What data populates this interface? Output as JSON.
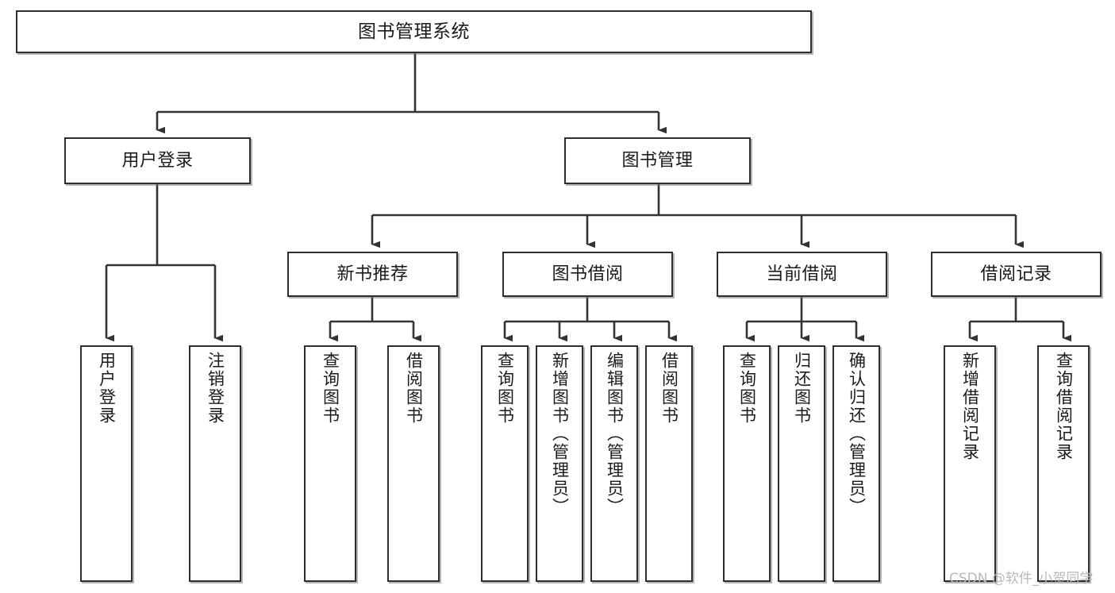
{
  "diagram": {
    "title": "图书管理系统",
    "type": "tree-hierarchy",
    "watermark": "CSDN @软件_小贺同学",
    "colors": {
      "box_border": "#2e2e2e",
      "box_fill": "#ffffff",
      "edge": "#333333",
      "text": "#1a1a1a",
      "watermark": "#b9b9b9"
    },
    "nodes": {
      "root": {
        "label": "图书管理系统"
      },
      "level2": [
        {
          "id": "user-login",
          "label": "用户登录"
        },
        {
          "id": "book-manage",
          "label": "图书管理"
        }
      ],
      "level3": [
        {
          "id": "new-book-recommend",
          "label": "新书推荐"
        },
        {
          "id": "book-borrow",
          "label": "图书借阅"
        },
        {
          "id": "current-borrow",
          "label": "当前借阅"
        },
        {
          "id": "borrow-record",
          "label": "借阅记录"
        }
      ],
      "leaves": {
        "user_login": [
          {
            "id": "leaf-user-login",
            "label": "用户登录"
          },
          {
            "id": "leaf-logout-login",
            "label": "注销登录"
          }
        ],
        "new_book_recommend": [
          {
            "id": "leaf-query-book-1",
            "label": "查询图书"
          },
          {
            "id": "leaf-borrow-book-1",
            "label": "借阅图书"
          }
        ],
        "book_borrow": [
          {
            "id": "leaf-query-book-2",
            "label": "查询图书"
          },
          {
            "id": "leaf-add-book",
            "label": "新增图书（管理员）"
          },
          {
            "id": "leaf-edit-book",
            "label": "编辑图书（管理员）"
          },
          {
            "id": "leaf-borrow-book-2",
            "label": "借阅图书"
          }
        ],
        "current_borrow": [
          {
            "id": "leaf-query-book-3",
            "label": "查询图书"
          },
          {
            "id": "leaf-return-book",
            "label": "归还图书"
          },
          {
            "id": "leaf-confirm-return",
            "label": "确认归还（管理员）"
          }
        ],
        "borrow_record": [
          {
            "id": "leaf-add-record",
            "label": "新增借阅记录"
          },
          {
            "id": "leaf-query-record",
            "label": "查询借阅记录"
          }
        ]
      }
    }
  }
}
